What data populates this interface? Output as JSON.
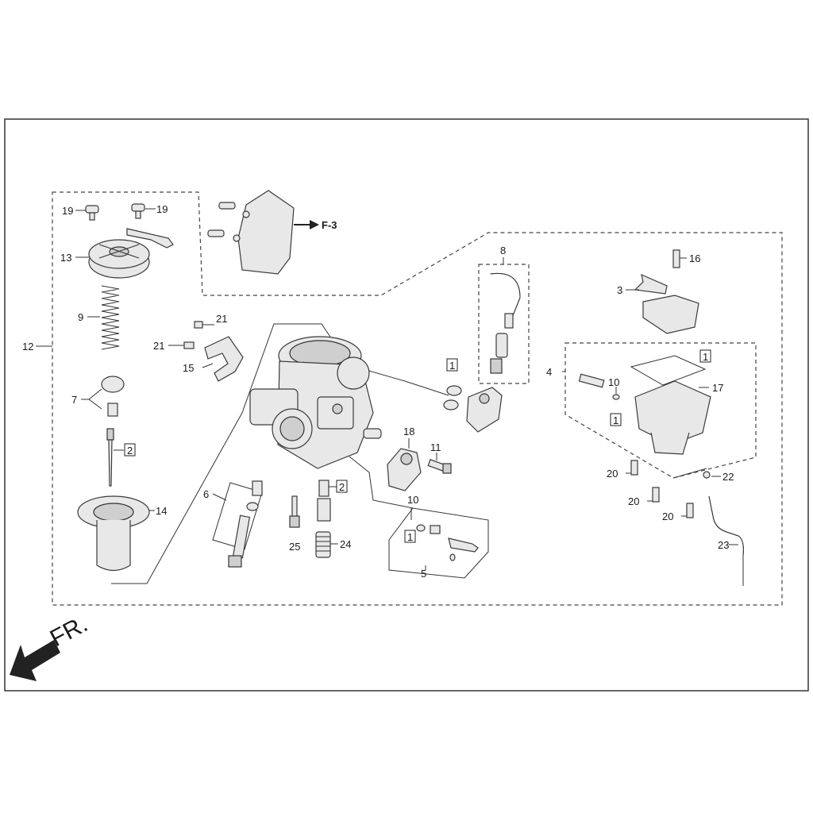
{
  "diagram": {
    "part_labels": [
      "2",
      "3",
      "4",
      "5",
      "6",
      "7",
      "8",
      "9",
      "10",
      "11",
      "12",
      "13",
      "14",
      "15",
      "16",
      "17",
      "18",
      "19",
      "20",
      "21",
      "22",
      "23",
      "24",
      "25"
    ],
    "box_labels": [
      "1",
      "2"
    ],
    "reference": {
      "label": "F-3"
    },
    "direction": {
      "label": "FR."
    },
    "colors": {
      "line": "#333333",
      "part_fill": "#e8e8e8",
      "background": "#ffffff"
    }
  }
}
